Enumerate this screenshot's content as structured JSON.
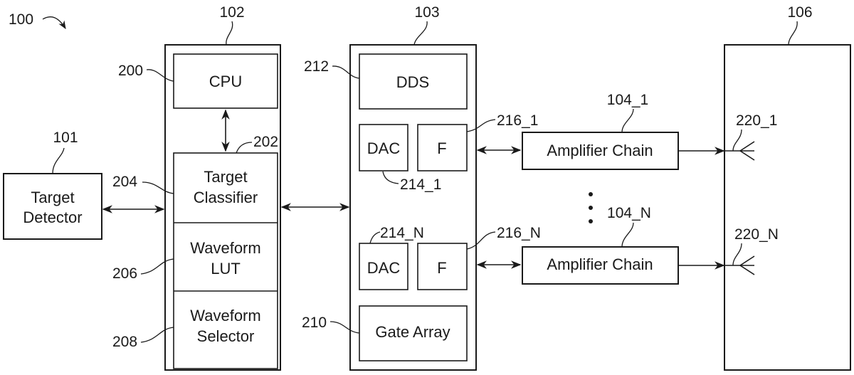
{
  "figure": {
    "ref": "100",
    "colors": {
      "ink": "#1a1a1a",
      "background": "#ffffff"
    }
  },
  "target_detector": {
    "ref": "101",
    "label_line1": "Target",
    "label_line2": "Detector"
  },
  "controller": {
    "ref": "102",
    "cpu": {
      "ref": "200",
      "label": "CPU"
    },
    "module_ref": "202",
    "target_classifier": {
      "ref": "204",
      "label_line1": "Target",
      "label_line2": "Classifier"
    },
    "waveform_lut": {
      "ref": "206",
      "label_line1": "Waveform",
      "label_line2": "LUT"
    },
    "waveform_selector": {
      "ref": "208",
      "label_line1": "Waveform",
      "label_line2": "Selector"
    }
  },
  "signal_generator": {
    "ref": "103",
    "dds": {
      "ref": "212",
      "label": "DDS"
    },
    "dac_1": {
      "ref": "214_1",
      "label": "DAC"
    },
    "filter_1": {
      "ref": "216_1",
      "label": "F"
    },
    "dac_n": {
      "ref": "214_N",
      "label": "DAC"
    },
    "filter_n": {
      "ref": "216_N",
      "label": "F"
    },
    "gate_array": {
      "ref": "210",
      "label": "Gate Array"
    }
  },
  "amplifiers": [
    {
      "ref": "104_1",
      "label": "Amplifier Chain"
    },
    {
      "ref": "104_N",
      "label": "Amplifier Chain"
    }
  ],
  "antenna_array": {
    "ref": "106",
    "antennas": [
      {
        "ref": "220_1"
      },
      {
        "ref": "220_N"
      }
    ]
  }
}
